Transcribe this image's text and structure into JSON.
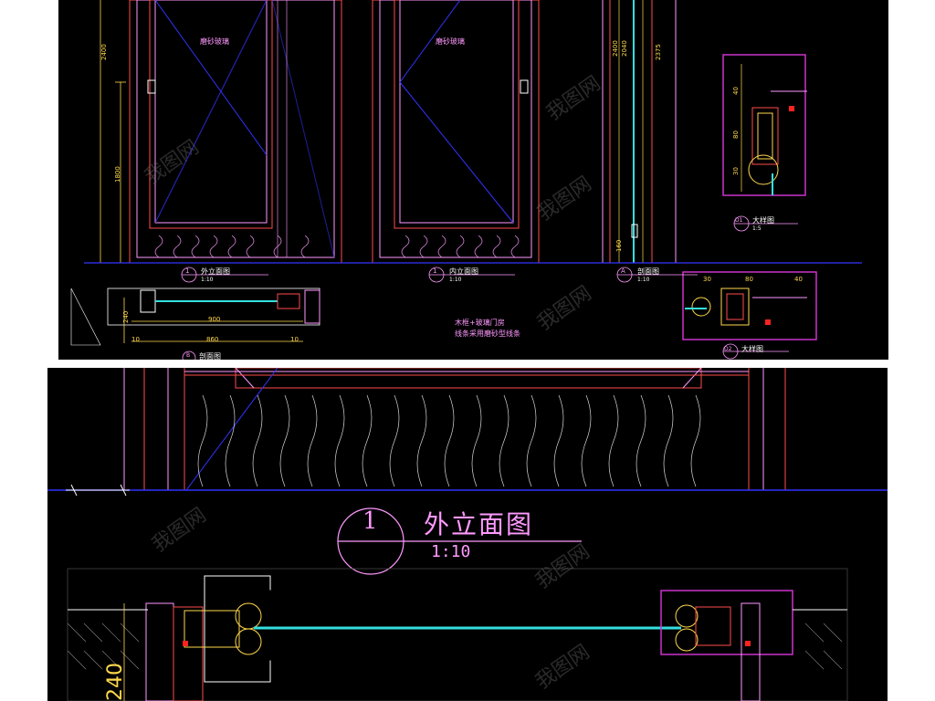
{
  "top_panel": {
    "glass_label_left": "磨砂玻璃",
    "glass_label_right": "磨砂玻璃",
    "elevation_outer": {
      "number": "1",
      "title": "外立面图",
      "scale": "1:10"
    },
    "elevation_inner": {
      "number": "1",
      "title": "内立面图",
      "scale": "1:10"
    },
    "section_a": {
      "number": "A",
      "title": "剖面图",
      "scale": "1:10"
    },
    "detail_d1": {
      "number": "D1",
      "title": "大样图",
      "scale": "1:5"
    },
    "detail_d2": {
      "number": "D2",
      "title": "大样图"
    },
    "section_b": {
      "number": "B",
      "title": "剖面图"
    },
    "note_line1": "木框+玻璃门房",
    "note_line2": "线条采用磨砂型线条",
    "dims": {
      "left_2400": "2400",
      "left_1800": "1800",
      "right_2400": "2400",
      "right_2040": "2040",
      "right_2375": "2375",
      "right_160": "160",
      "d1_40": "40",
      "d1_80": "80",
      "d1_30": "30",
      "d2_30": "30",
      "d2_80": "80",
      "d2_40": "40",
      "plan_900": "900",
      "plan_860": "860",
      "plan_10": "10",
      "plan_10b": "10",
      "plan_240": "240"
    }
  },
  "bottom_panel": {
    "elevation": {
      "number": "1",
      "title": "外立面图",
      "scale": "1:10"
    },
    "dim_240": "240"
  },
  "watermark": "我图网",
  "colors": {
    "background": "#000000",
    "frame_red": "#ff4d4d",
    "frame_pink": "#ff99ff",
    "dim_yellow": "#ffd84d",
    "glass_cyan": "#33e0e0",
    "floor_blue": "#3333ff",
    "magenta_box": "#cc33cc"
  }
}
